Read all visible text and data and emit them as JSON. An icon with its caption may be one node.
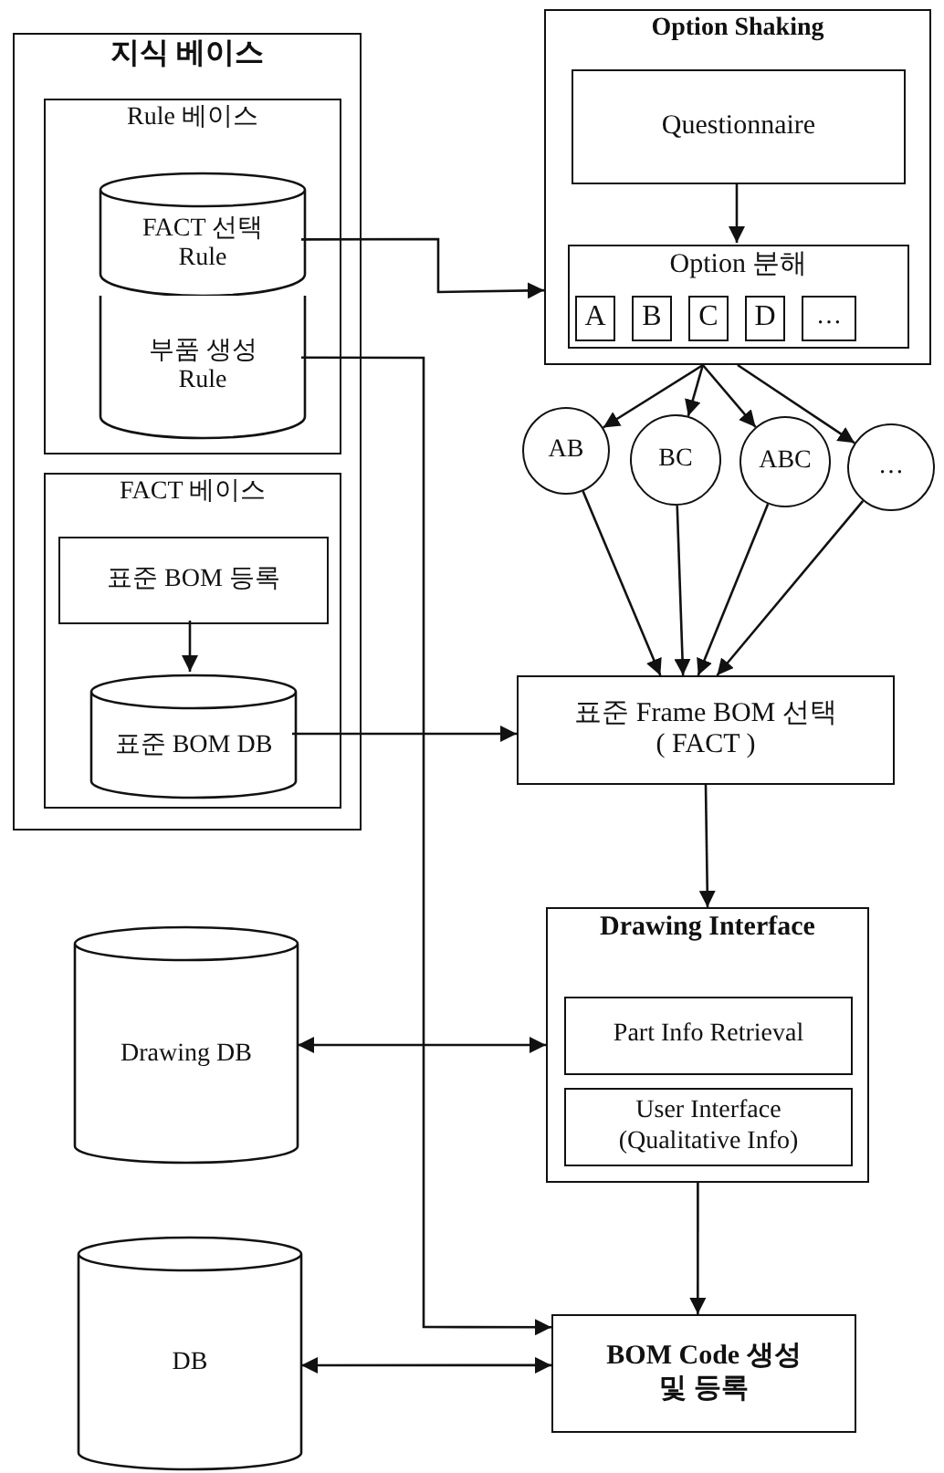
{
  "diagram": {
    "nodes": [
      {
        "text": [
          "지식 베이스"
        ]
      },
      {
        "text": [
          "Rule 베이스"
        ],
        "in": 0
      },
      {
        "text": [
          "FACT 선택 Rule"
        ],
        "in": 1
      },
      {
        "text": [
          "부품 생성 Rule"
        ],
        "in": 1
      },
      {
        "text": [
          "FACT 베이스"
        ],
        "in": 0
      },
      {
        "text": [
          "표준 BOM 등록"
        ],
        "in": 4
      },
      {
        "text": [
          "표준 BOM DB"
        ],
        "in": 4
      },
      {
        "text": [
          "Option Shaking"
        ]
      },
      {
        "text": [
          "Questionnaire"
        ],
        "in": 7
      },
      {
        "text": [
          "Option 분해"
        ],
        "in": 7
      },
      {
        "text": [
          "A"
        ],
        "in": 9
      },
      {
        "text": [
          "B"
        ],
        "in": 9
      },
      {
        "text": [
          "C"
        ],
        "in": 9
      },
      {
        "text": [
          "D"
        ],
        "in": 9
      },
      {
        "text": [
          "…"
        ],
        "in": 9
      },
      {
        "text": [
          "AB"
        ]
      },
      {
        "text": [
          "BC"
        ]
      },
      {
        "text": [
          "ABC"
        ]
      },
      {
        "text": [
          "…"
        ]
      },
      {
        "text": [
          "표준 Frame BOM 선택 ( FACT )"
        ]
      },
      {
        "text": [
          "Drawing Interface"
        ]
      },
      {
        "text": [
          "Part Info Retrieval"
        ],
        "in": 20
      },
      {
        "text": [
          "User Interface (Qualitative Info)"
        ],
        "in": 20
      },
      {
        "text": [
          "Drawing DB"
        ]
      },
      {
        "text": [
          "BOM Code 생성 및 등록"
        ]
      },
      {
        "text": [
          "DB"
        ]
      }
    ],
    "edges": [
      {
        "from": 5,
        "to": 6,
        "arrow": "to"
      },
      {
        "from": 2,
        "to": 7,
        "arrow": "to"
      },
      {
        "from": 8,
        "to": 9,
        "arrow": "to"
      },
      {
        "from": 7,
        "to": 15,
        "arrow": "to"
      },
      {
        "from": 7,
        "to": 16,
        "arrow": "to"
      },
      {
        "from": 7,
        "to": 17,
        "arrow": "to"
      },
      {
        "from": 7,
        "to": 18,
        "arrow": "to"
      },
      {
        "from": 15,
        "to": 19,
        "arrow": "to"
      },
      {
        "from": 16,
        "to": 19,
        "arrow": "to"
      },
      {
        "from": 17,
        "to": 19,
        "arrow": "to"
      },
      {
        "from": 18,
        "to": 19,
        "arrow": "to"
      },
      {
        "from": 6,
        "to": 19,
        "arrow": "to"
      },
      {
        "from": 3,
        "to": 24,
        "arrow": "to"
      },
      {
        "from": 19,
        "to": 20,
        "arrow": "to"
      },
      {
        "from": 23,
        "to": 20,
        "arrow": "both"
      },
      {
        "from": 20,
        "to": 24,
        "arrow": "to"
      },
      {
        "from": 25,
        "to": 24,
        "arrow": "both"
      }
    ]
  }
}
